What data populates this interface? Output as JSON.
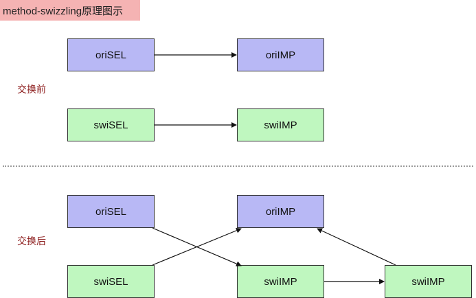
{
  "title": "method-swizzling原理图示",
  "colors": {
    "title_bg": "#f5b3b3",
    "ori_fill": "#b8b8f5",
    "swi_fill": "#bff7bf",
    "label_color": "#8b1a1a",
    "edge_color": "#111111"
  },
  "before": {
    "label": "交换前",
    "nodes": {
      "ori_sel": "oriSEL",
      "ori_imp": "oriIMP",
      "swi_sel": "swiSEL",
      "swi_imp": "swiIMP"
    }
  },
  "after": {
    "label": "交换后",
    "nodes": {
      "ori_sel": "oriSEL",
      "ori_imp": "oriIMP",
      "swi_sel": "swiSEL",
      "swi_imp": "swiIMP",
      "swi_imp_2": "swiIMP"
    }
  },
  "edges": [
    {
      "from": "before.ori_sel",
      "to": "before.ori_imp"
    },
    {
      "from": "before.swi_sel",
      "to": "before.swi_imp"
    },
    {
      "from": "after.ori_sel",
      "to": "after.swi_imp"
    },
    {
      "from": "after.swi_sel",
      "to": "after.ori_imp"
    },
    {
      "from": "after.swi_imp",
      "to": "after.swi_imp_2"
    },
    {
      "from": "after.swi_imp_2",
      "to": "after.ori_imp"
    }
  ]
}
